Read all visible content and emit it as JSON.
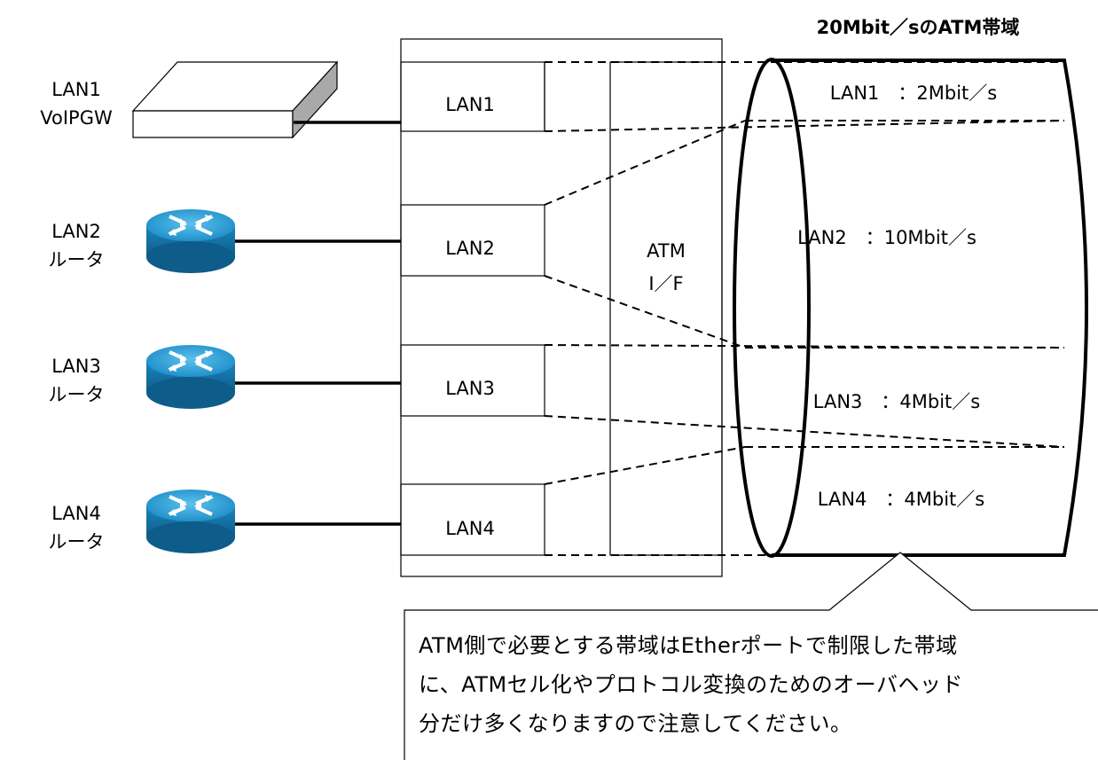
{
  "title": "20Mbit／sのATM帯域",
  "devices": [
    {
      "line1": "LAN1",
      "line2": "VoIPGW",
      "icon": "voip-gateway-icon"
    },
    {
      "line1": "LAN2",
      "line2": "ルータ",
      "icon": "router-icon"
    },
    {
      "line1": "LAN3",
      "line2": "ルータ",
      "icon": "router-icon"
    },
    {
      "line1": "LAN4",
      "line2": "ルータ",
      "icon": "router-icon"
    }
  ],
  "ports": [
    "LAN1",
    "LAN2",
    "LAN3",
    "LAN4"
  ],
  "atm_if": {
    "line1": "ATM",
    "line2": "I／F"
  },
  "bands": [
    "LAN1　：2Mbit／s",
    "LAN2　：10Mbit／s",
    "LAN3　：4Mbit／s",
    "LAN4　：4Mbit／s"
  ],
  "note": {
    "lines": [
      "ATM側で必要とする帯域はEtherポートで制限した帯域",
      "に、ATMセル化やプロトコル変換のためのオーバヘッド",
      "分だけ多くなりますので注意してください。"
    ]
  },
  "colors": {
    "router_fill": "#1a8fc8",
    "router_dark": "#0f5f8e",
    "line": "#000000"
  }
}
